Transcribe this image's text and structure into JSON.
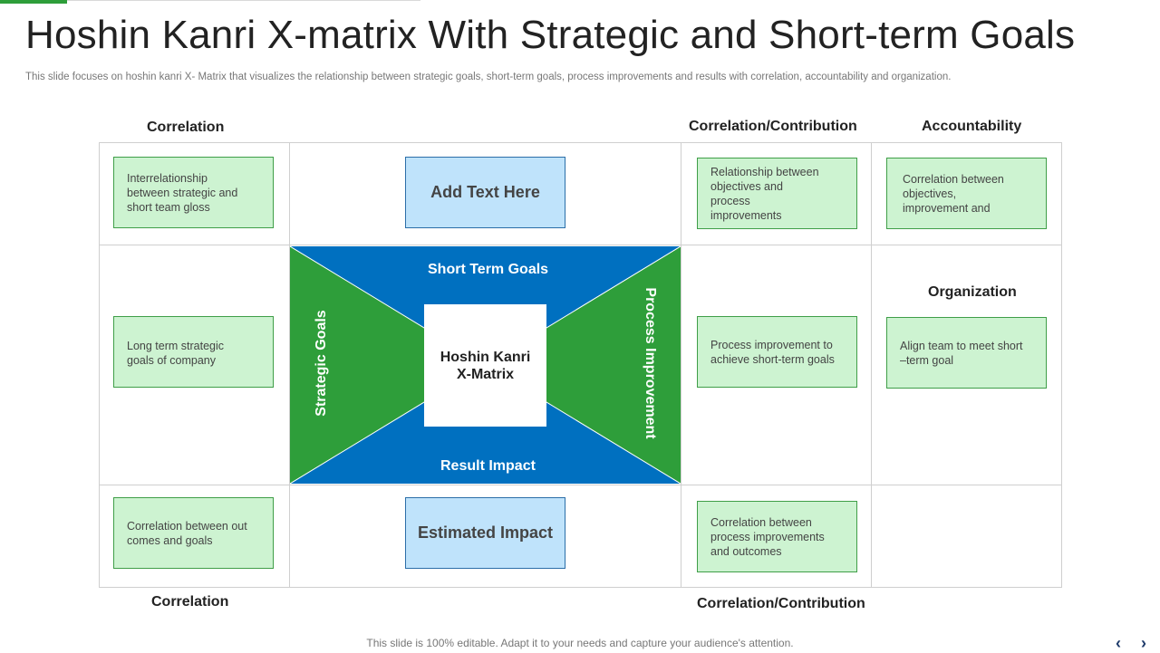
{
  "title": "Hoshin Kanri X-matrix With Strategic and Short-term Goals",
  "subtitle": "This slide focuses on hoshin kanri X- Matrix that visualizes the relationship between strategic goals, short-term goals, process improvements and results with correlation, accountability and organization.",
  "headers": {
    "top_left": "Correlation",
    "top_right_center": "Correlation/Contribution",
    "top_right": "Accountability",
    "organization": "Organization",
    "bottom_left": "Correlation",
    "bottom_right_center": "Correlation/Contribution"
  },
  "boxes": {
    "top_left": [
      "Interrelationship",
      "between strategic and",
      "short team gloss"
    ],
    "top_center": "Add Text Here",
    "top_right_center": [
      "Relationship between",
      "objectives  and",
      "process",
      "improvements"
    ],
    "top_right": [
      "Correlation  between",
      "objectives,",
      "improvement  and"
    ],
    "mid_left": [
      "Long term strategic",
      "goals of company"
    ],
    "mid_right_center": [
      "Process improvement  to",
      "achieve short-term goals"
    ],
    "mid_right": [
      "Align team to meet short",
      "–term goal"
    ],
    "bottom_left": [
      "Correlation  between out",
      "comes and goals"
    ],
    "bottom_center": "Estimated Impact",
    "bottom_right_center": [
      "Correlation  between",
      "process improvements",
      "and outcomes"
    ]
  },
  "matrix": {
    "top": "Short Term Goals",
    "bottom": "Result Impact",
    "left": "Strategic Goals",
    "right": "Process Improvement",
    "center_line1": "Hoshin Kanri",
    "center_line2": "X-Matrix",
    "colors": {
      "blue": "#0070c0",
      "green": "#2e9e3a"
    }
  },
  "footer": "This slide is 100% editable. Adapt it to your needs and capture your audience's attention.",
  "nav": {
    "prev": "‹",
    "next": "›"
  }
}
